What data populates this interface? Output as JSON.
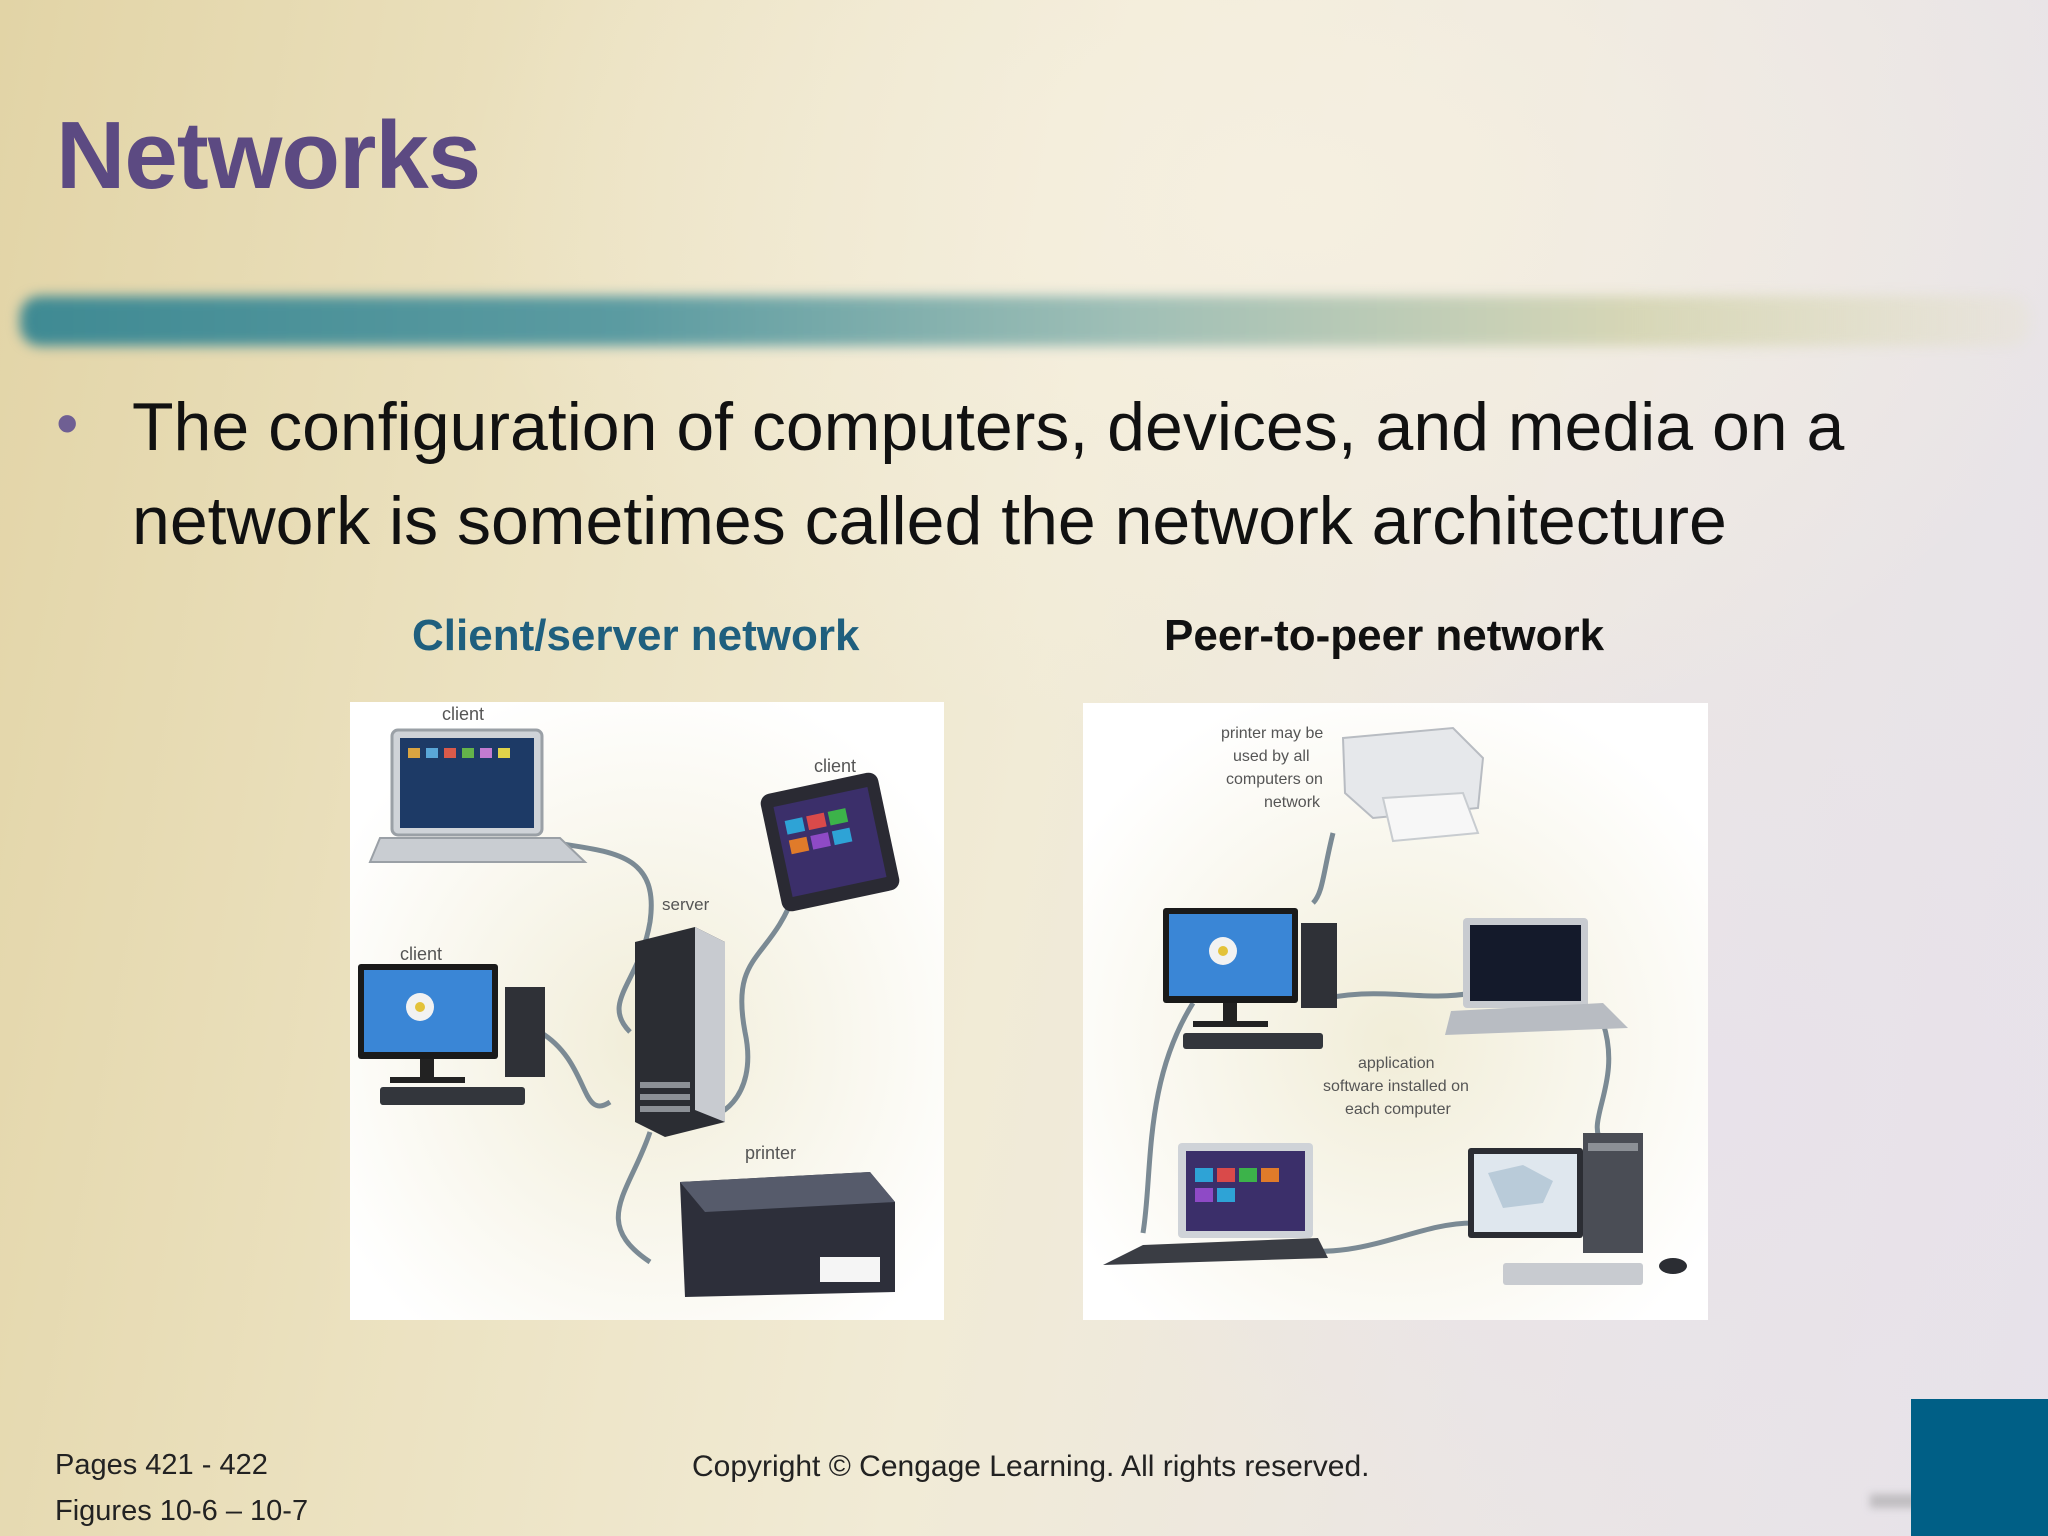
{
  "slide": {
    "title": "Networks",
    "bullet": "The configuration of computers, devices, and media on a network is sometimes called the network architecture"
  },
  "figures": {
    "left": {
      "caption": "Client/server network",
      "labels": {
        "client_top": "client",
        "client_right": "client",
        "server": "server",
        "client_left": "client",
        "printer": "printer"
      }
    },
    "right": {
      "caption": "Peer-to-peer network",
      "labels": {
        "printer_note_1": "printer may be",
        "printer_note_2": "used by all",
        "printer_note_3": "computers on",
        "printer_note_4": "network",
        "app_note_1": "application",
        "app_note_2": "software installed on",
        "app_note_3": "each computer"
      }
    }
  },
  "footer": {
    "pages": "Pages 421 - 422",
    "figures": "Figures 10-6 – 10-7",
    "copyright": "Copyright © Cengage Learning. All rights reserved."
  },
  "colors": {
    "title": "#5c4a82",
    "caption_left": "#1f5f7e",
    "corner_block": "#005f86"
  }
}
